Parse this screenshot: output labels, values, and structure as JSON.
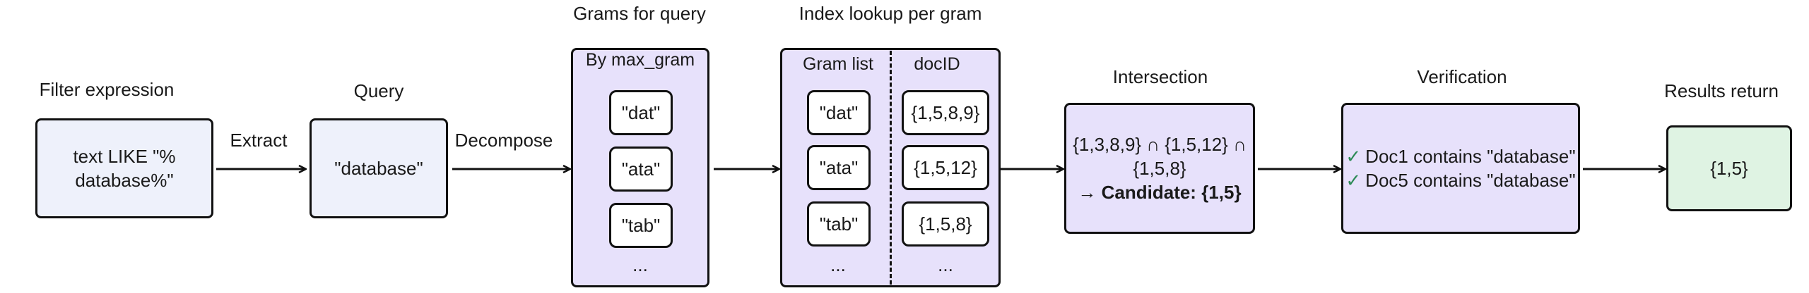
{
  "titles": {
    "filter": "Filter expression",
    "query": "Query",
    "grams": "Grams for query",
    "index": "Index lookup per gram",
    "intersection": "Intersection",
    "verification": "Verification",
    "results": "Results return"
  },
  "edges": {
    "extract": "Extract",
    "decompose": "Decompose"
  },
  "filter_box": {
    "line1": "text LIKE \"%",
    "line2": "database%\""
  },
  "query_box": {
    "text": "\"database\""
  },
  "grams_panel": {
    "header": "By max_gram",
    "grams": [
      "\"dat\"",
      "\"ata\"",
      "\"tab\""
    ],
    "more": "..."
  },
  "index_panel": {
    "gram_header": "Gram list",
    "doc_header": "docID",
    "grams": [
      "\"dat\"",
      "\"ata\"",
      "\"tab\""
    ],
    "docids": [
      "{1,5,8,9}",
      "{1,5,12}",
      "{1,5,8}"
    ],
    "more_left": "...",
    "more_right": "..."
  },
  "intersection_box": {
    "line1": "{1,3,8,9} ∩ {1,5,12} ∩",
    "line2": "{1,5,8}",
    "arrow": "→",
    "candidate": "Candidate: {1,5}"
  },
  "verification_box": {
    "check_symbol": "✓",
    "line1": "Doc1 contains \"database\"",
    "line2": "Doc5 contains \"database\""
  },
  "results_box": {
    "text": "{1,5}"
  }
}
